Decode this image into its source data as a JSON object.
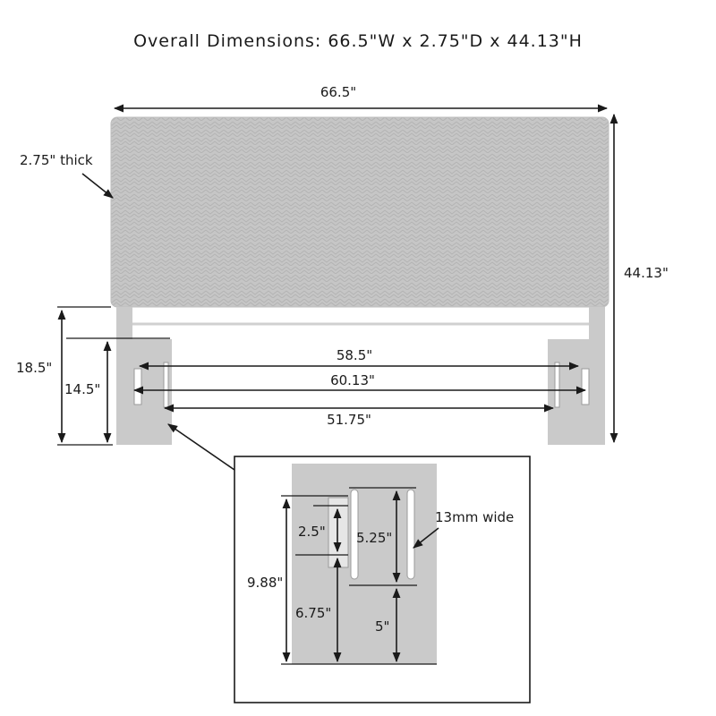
{
  "title": "Overall Dimensions: 66.5\"W x 2.75\"D x 44.13\"H",
  "headboard": {
    "width_label": "66.5\"",
    "height_label": "44.13\"",
    "thickness_label": "2.75\" thick"
  },
  "legs": {
    "leg_height_label": "18.5\"",
    "mount_height_label": "14.5\"",
    "span_labels": [
      "58.5\"",
      "60.13\"",
      "51.75\""
    ]
  },
  "detail": {
    "overall_label": "9.88\"",
    "lower_label": "6.75\"",
    "bracket_label": "2.5\"",
    "slot_length_label": "5.25\"",
    "slot_offset_label": "5\"",
    "slot_width_label": "13mm wide"
  },
  "colors": {
    "stroke": "#1a1a1a",
    "panel": "#c4c4c4",
    "panel_texture": "#b8b8b8",
    "leg": "#cacaca",
    "background": "#ffffff"
  }
}
